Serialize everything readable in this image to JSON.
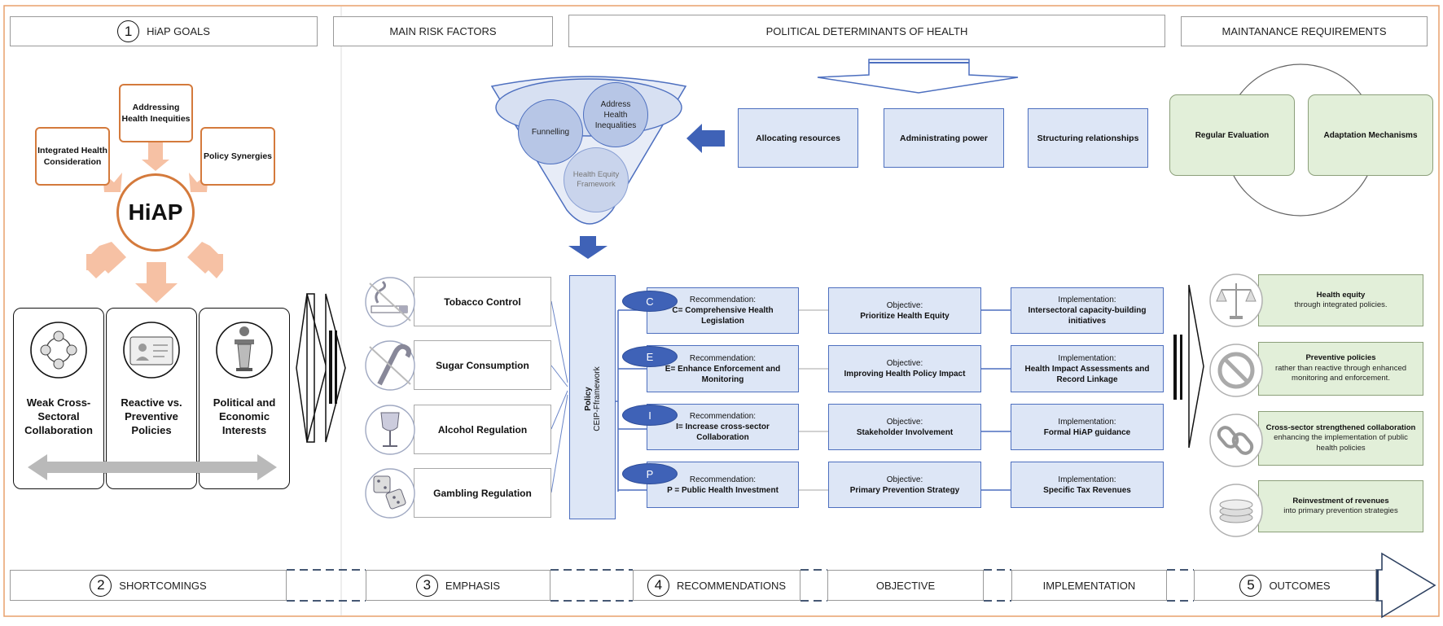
{
  "headers": {
    "goals": "HiAP GOALS",
    "goals_num": "1",
    "risk": "MAIN RISK FACTORS",
    "pdh": "POLITICAL DETERMINANTS OF HEALTH",
    "maint": "MAINTANANCE REQUIREMENTS"
  },
  "goals": {
    "center": "HiAP",
    "top": "Addressing Health Inequities",
    "left": "Integrated Health Consideration",
    "right": "Policy Synergies"
  },
  "shortcomings": [
    {
      "label": "Weak Cross-Sectoral Collaboration",
      "icon": "network-icon"
    },
    {
      "label": "Reactive vs. Preventive Policies",
      "icon": "id-card-icon"
    },
    {
      "label": "Political and Economic Interests",
      "icon": "podium-icon"
    }
  ],
  "risks": [
    {
      "label": "Tobacco Control",
      "icon": "cigarette-icon"
    },
    {
      "label": "Sugar Consumption",
      "icon": "candy-cane-icon"
    },
    {
      "label": "Alcohol Regulation",
      "icon": "wine-glass-icon"
    },
    {
      "label": "Gambling Regulation",
      "icon": "dice-icon"
    }
  ],
  "funnel": {
    "a": "Funnelling",
    "b": "Address Health Inequalities",
    "c": "Health Equity Framework"
  },
  "pdh_boxes": [
    "Allocating resources",
    "Administrating power",
    "Structuring relationships"
  ],
  "maintenance": [
    "Regular Evaluation",
    "Adaptation Mechanisms"
  ],
  "policy": {
    "title": "Policy",
    "sub": "CEIP-Fframework"
  },
  "recommendations": [
    {
      "letter": "C",
      "rec_label": "Recommendation:",
      "rec": "C= Comprehensive Health Legislation",
      "obj_label": "Objective:",
      "obj": "Prioritize Health Equity",
      "imp_label": "Implementation:",
      "imp": "Intersectoral capacity-building initiatives"
    },
    {
      "letter": "E",
      "rec_label": "Recommendation:",
      "rec": "E= Enhance Enforcement and Monitoring",
      "obj_label": "Objective:",
      "obj": "Improving Health Policy Impact",
      "imp_label": "Implementation:",
      "imp": "Health Impact Assessments and Record Linkage"
    },
    {
      "letter": "I",
      "rec_label": "Recommendation:",
      "rec": "I= Increase cross-sector Collaboration",
      "obj_label": "Objective:",
      "obj": "Stakeholder Involvement",
      "imp_label": "Implementation:",
      "imp": "Formal HiAP guidance"
    },
    {
      "letter": "P",
      "rec_label": "Recommendation:",
      "rec": "P = Public Health Investment",
      "obj_label": "Objective:",
      "obj": "Primary Prevention Strategy",
      "imp_label": "Implementation:",
      "imp": "Specific Tax Revenues"
    }
  ],
  "outcomes": [
    {
      "title": "Health equity",
      "text": "through integrated policies.",
      "icon": "scales-icon"
    },
    {
      "title": "Preventive policies",
      "text": "rather than reactive through enhanced monitoring and enforcement.",
      "icon": "prohibited-icon"
    },
    {
      "title": "Cross-sector strengthened collaboration",
      "text": "enhancing the implementation of public health policies",
      "icon": "chain-link-icon"
    },
    {
      "title": "Reinvestment of revenues",
      "text": "into primary prevention strategies",
      "icon": "coins-icon"
    }
  ],
  "footer": {
    "shortcomings_num": "2",
    "shortcomings": "SHORTCOMINGS",
    "emphasis_num": "3",
    "emphasis": "EMPHASIS",
    "recommendations_num": "4",
    "recommendations": "RECOMMENDATIONS",
    "objective": "OBJECTIVE",
    "implementation": "IMPLEMENTATION",
    "outcomes_num": "5",
    "outcomes": "OUTCOMES"
  },
  "colors": {
    "orange": "#d47a3c",
    "blue": "#4d6fbf",
    "lightblue": "#dde6f6",
    "green": "#e2efd9",
    "frame": "#e8a06c"
  }
}
